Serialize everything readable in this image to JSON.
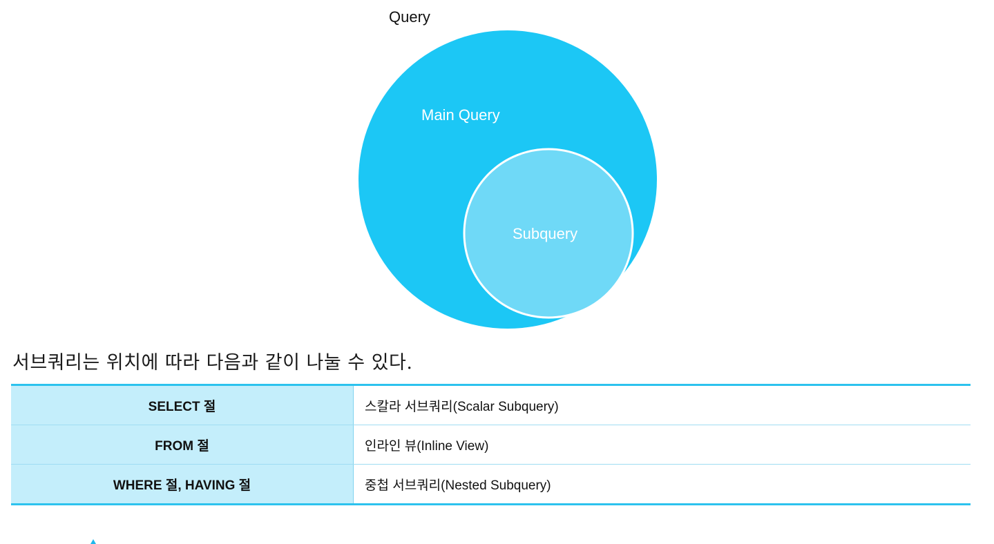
{
  "diagram": {
    "outer_label": "Query",
    "main_label": "Main Query",
    "sub_label": "Subquery",
    "colors": {
      "main_circle": "#1cc7f5",
      "sub_circle": "#6fd9f7",
      "sub_border": "#ffffff"
    }
  },
  "intro_text": "서브쿼리는 위치에 따라 다음과 같이 나눌 수 있다.",
  "table": {
    "rows": [
      {
        "position": "SELECT 절",
        "type": "스칼라 서브쿼리(Scalar Subquery)"
      },
      {
        "position": "FROM 절",
        "type": "인라인 뷰(Inline View)"
      },
      {
        "position": "WHERE 절, HAVING 절",
        "type": "중첩 서브쿼리(Nested Subquery)"
      }
    ],
    "colors": {
      "header_fill": "#c4eefb",
      "rule": "#2cc2ee"
    }
  }
}
